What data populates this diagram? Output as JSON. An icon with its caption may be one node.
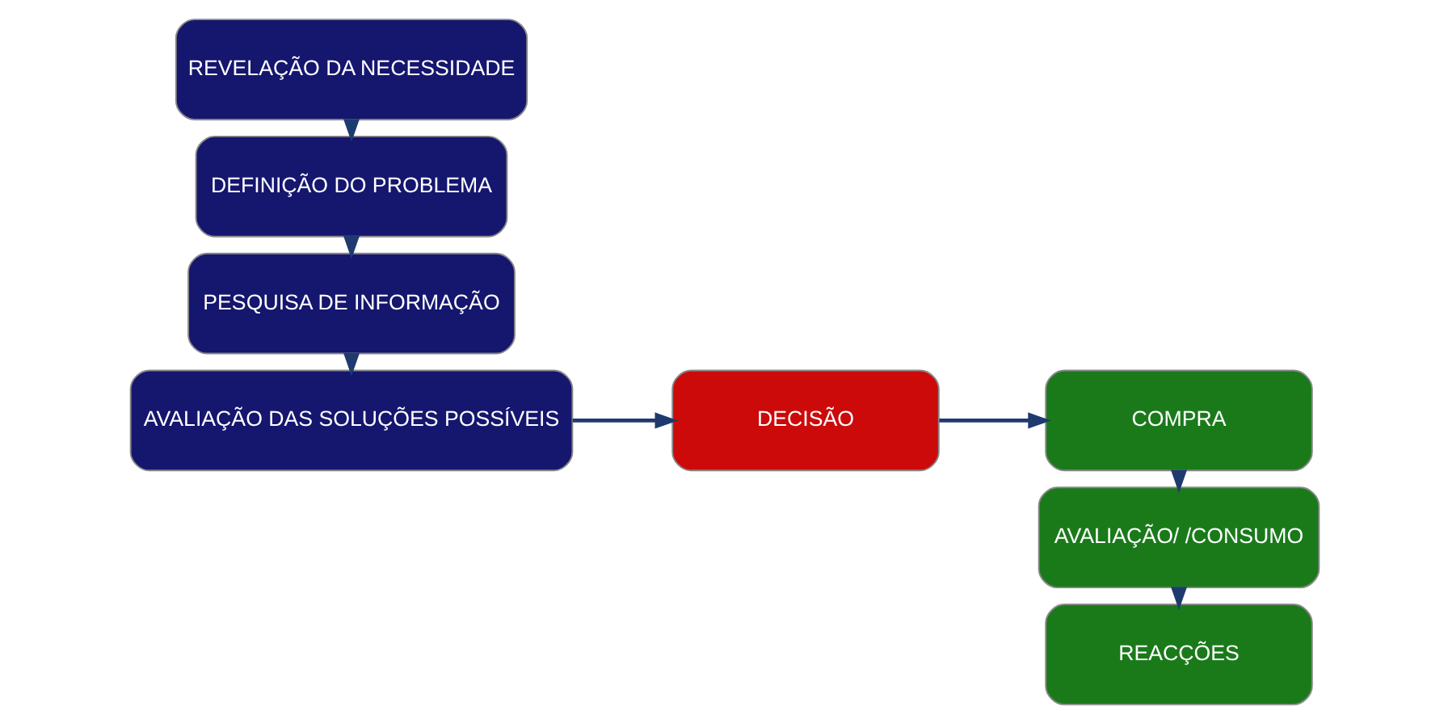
{
  "diagram": {
    "nodes": [
      {
        "text": [
          "REVELAÇÃO DA NECESSIDADE"
        ]
      },
      {
        "text": [
          "DEFINIÇÃO DO PROBLEMA"
        ]
      },
      {
        "text": [
          "PESQUISA DE INFORMAÇÃO"
        ]
      },
      {
        "text": [
          "AVALIAÇÃO DAS SOLUÇÕES POSSÍVEIS"
        ]
      },
      {
        "text": [
          "DECISÃO"
        ]
      },
      {
        "text": [
          "COMPRA"
        ]
      },
      {
        "text": [
          "AVALIAÇÃO/ /CONSUMO"
        ]
      },
      {
        "text": [
          "REACÇÕES"
        ]
      }
    ],
    "edges": [
      {
        "from": 0,
        "to": 1,
        "arrow": "to"
      },
      {
        "from": 1,
        "to": 2,
        "arrow": "to"
      },
      {
        "from": 2,
        "to": 3,
        "arrow": "to"
      },
      {
        "from": 3,
        "to": 4,
        "arrow": "to"
      },
      {
        "from": 4,
        "to": 5,
        "arrow": "to"
      },
      {
        "from": 5,
        "to": 6,
        "arrow": "to"
      },
      {
        "from": 6,
        "to": 7,
        "arrow": "to"
      }
    ]
  }
}
